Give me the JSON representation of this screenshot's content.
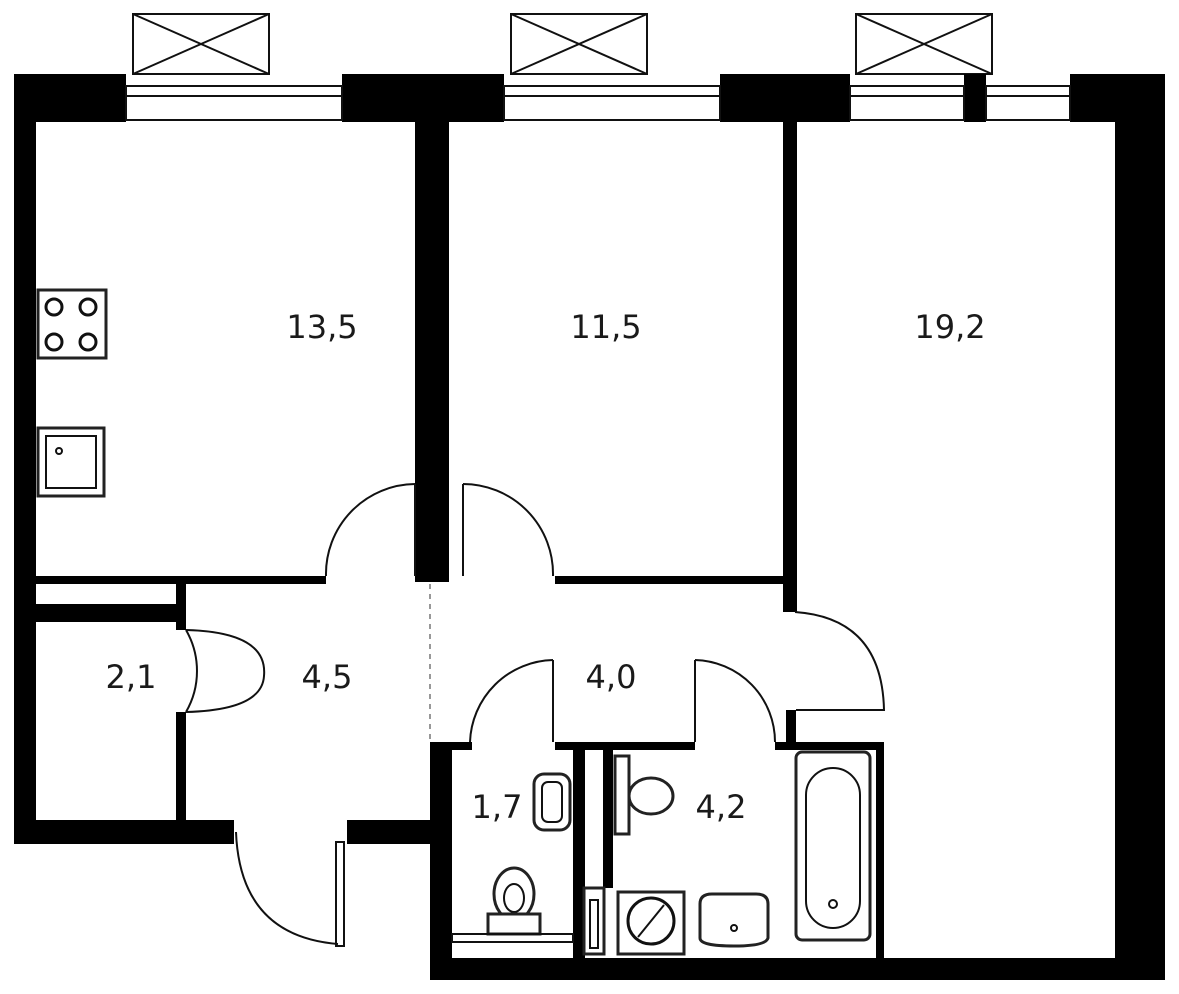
{
  "plan": {
    "rooms": [
      {
        "id": "kitchen",
        "area": "13,5"
      },
      {
        "id": "bedroom",
        "area": "11,5"
      },
      {
        "id": "living-room",
        "area": "19,2"
      },
      {
        "id": "storage",
        "area": "2,1"
      },
      {
        "id": "entry-hall",
        "area": "4,5"
      },
      {
        "id": "corridor",
        "area": "4,0"
      },
      {
        "id": "wc",
        "area": "1,7"
      },
      {
        "id": "bathroom",
        "area": "4,2"
      }
    ]
  }
}
